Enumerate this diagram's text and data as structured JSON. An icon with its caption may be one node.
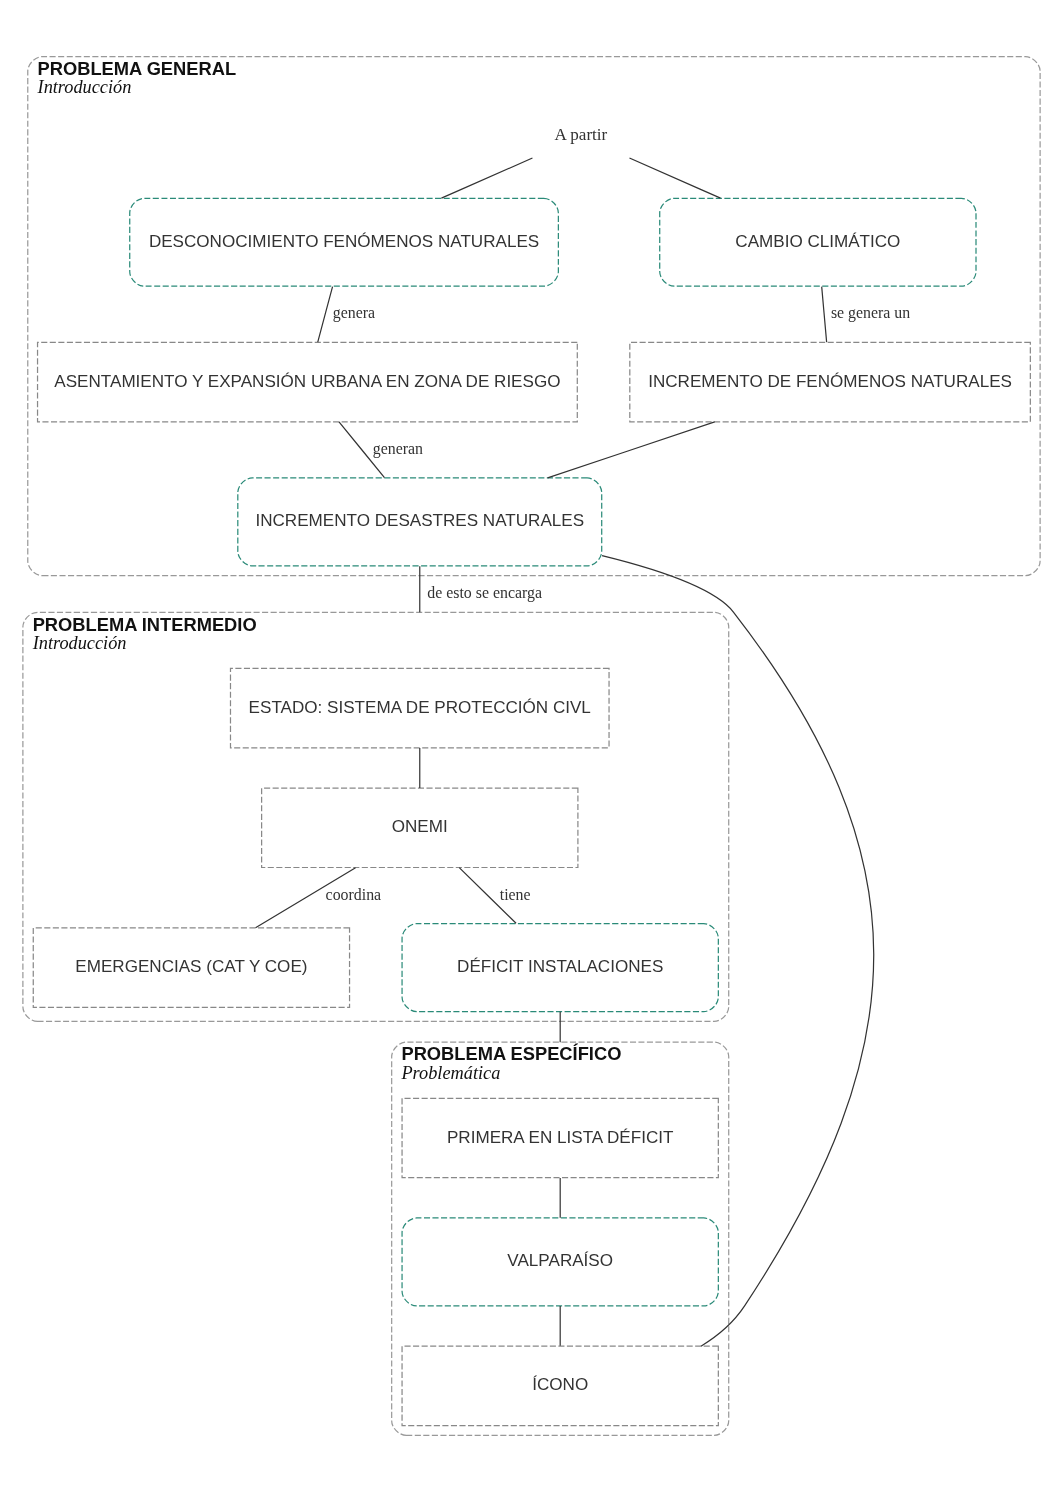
{
  "diagram": {
    "nodes": [
      {
        "text": [
          "PROBLEMA GENERAL",
          "Introducción"
        ]
      },
      {
        "text": [
          "A partir"
        ],
        "in": 0
      },
      {
        "text": [
          "DESCONOCIMIENTO FENÓMENOS NATURALES"
        ],
        "in": 0
      },
      {
        "text": [
          "CAMBIO CLIMÁTICO"
        ],
        "in": 0
      },
      {
        "text": [
          "ASENTAMIENTO Y EXPANSIÓN URBANA EN ZONA DE RIESGO"
        ],
        "in": 0
      },
      {
        "text": [
          "INCREMENTO DE FENÓMENOS NATURALES"
        ],
        "in": 0
      },
      {
        "text": [
          "INCREMENTO DESASTRES NATURALES"
        ],
        "in": 0
      },
      {
        "text": [
          "PROBLEMA INTERMEDIO",
          "Introducción"
        ]
      },
      {
        "text": [
          "ESTADO: SISTEMA DE PROTECCIÓN CIVL"
        ],
        "in": 7
      },
      {
        "text": [
          "ONEMI"
        ],
        "in": 7
      },
      {
        "text": [
          "EMERGENCIAS (CAT Y COE)"
        ],
        "in": 7
      },
      {
        "text": [
          "DÉFICIT INSTALACIONES"
        ],
        "in": 7
      },
      {
        "text": [
          "PROBLEMA ESPECÍFICO",
          "Problemática"
        ]
      },
      {
        "text": [
          "PRIMERA EN LISTA DÉFICIT"
        ],
        "in": 12
      },
      {
        "text": [
          "VALPARAÍSO"
        ],
        "in": 12
      },
      {
        "text": [
          "ÍCONO"
        ],
        "in": 12
      }
    ],
    "edges": [
      {
        "from": 1,
        "to": 2,
        "arrow": "none"
      },
      {
        "from": 1,
        "to": 3,
        "arrow": "none"
      },
      {
        "from": 2,
        "to": 4,
        "arrow": "none",
        "label": "genera"
      },
      {
        "from": 3,
        "to": 5,
        "arrow": "none",
        "label": "se genera un"
      },
      {
        "from": 4,
        "to": 6,
        "arrow": "none",
        "label": "generan"
      },
      {
        "from": 5,
        "to": 6,
        "arrow": "none"
      },
      {
        "from": 6,
        "to": 8,
        "arrow": "none",
        "label": "de esto se encarga"
      },
      {
        "from": 8,
        "to": 9,
        "arrow": "none"
      },
      {
        "from": 9,
        "to": 10,
        "arrow": "none",
        "label": "coordina"
      },
      {
        "from": 9,
        "to": 11,
        "arrow": "none",
        "label": "tiene"
      },
      {
        "from": 11,
        "to": 13,
        "arrow": "none"
      },
      {
        "from": 13,
        "to": 14,
        "arrow": "none"
      },
      {
        "from": 14,
        "to": 15,
        "arrow": "none"
      },
      {
        "from": 6,
        "to": 15,
        "arrow": "none"
      }
    ]
  }
}
